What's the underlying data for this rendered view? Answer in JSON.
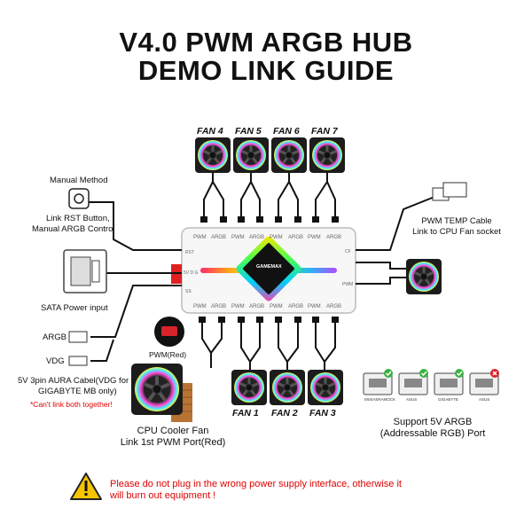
{
  "title": {
    "line1": "V4.0 PWM ARGB HUB",
    "line2": "DEMO LINK GUIDE"
  },
  "brand": "GAMEMAX",
  "fans_top": [
    "FAN 4",
    "FAN 5",
    "FAN 6",
    "FAN 7"
  ],
  "fans_bottom": [
    "FAN 1",
    "FAN 2",
    "FAN 3"
  ],
  "hub_ports_top": [
    "PWM",
    "ARGB",
    "PWM",
    "ARGB",
    "PWM",
    "ARGB",
    "PWM",
    "ARGB"
  ],
  "hub_ports_bottom": [
    "PWM",
    "ARGB",
    "PWM",
    "ARGB",
    "PWM",
    "ARGB",
    "PWM",
    "ARGB"
  ],
  "hub_side_left": [
    "RST",
    "5V D G",
    "SS"
  ],
  "hub_side_right": [
    "CF",
    "PWM"
  ],
  "left": {
    "manual_method": "Manual Method",
    "rst_button": "Link RST Button,",
    "manual_argb": "Manual ARGB Control",
    "sata": "SATA Power input",
    "argb": "ARGB",
    "vdg": "VDG",
    "aura_line1": "5V 3pin AURA Cabel(VDG for",
    "aura_line2": "GIGABYTE MB only)",
    "cant_link": "*Can't link both together!"
  },
  "right": {
    "pwm_temp": "PWM TEMP Cable",
    "cpu_socket": "Link to CPU Fan socket",
    "mb_brands": [
      "MSI/ASRAMOCK",
      "ASUS",
      "GIGABYTE",
      "ASUS"
    ],
    "support_line1": "Support 5V ARGB",
    "support_line2": "(Addressable RGB) Port"
  },
  "cpu": {
    "pwm_red": "PWM(Red)",
    "line1": "CPU Cooler Fan",
    "line2": "Link 1st PWM Port(Red)"
  },
  "warning": {
    "line1": "Please do not plug in the wrong power supply interface, otherwise it",
    "line2": "will burn out equipment !"
  },
  "colors": {
    "warning_red": "#e00000",
    "warning_yellow": "#f5c400",
    "check_green": "#3cb043",
    "cross_red": "#d9232b"
  }
}
